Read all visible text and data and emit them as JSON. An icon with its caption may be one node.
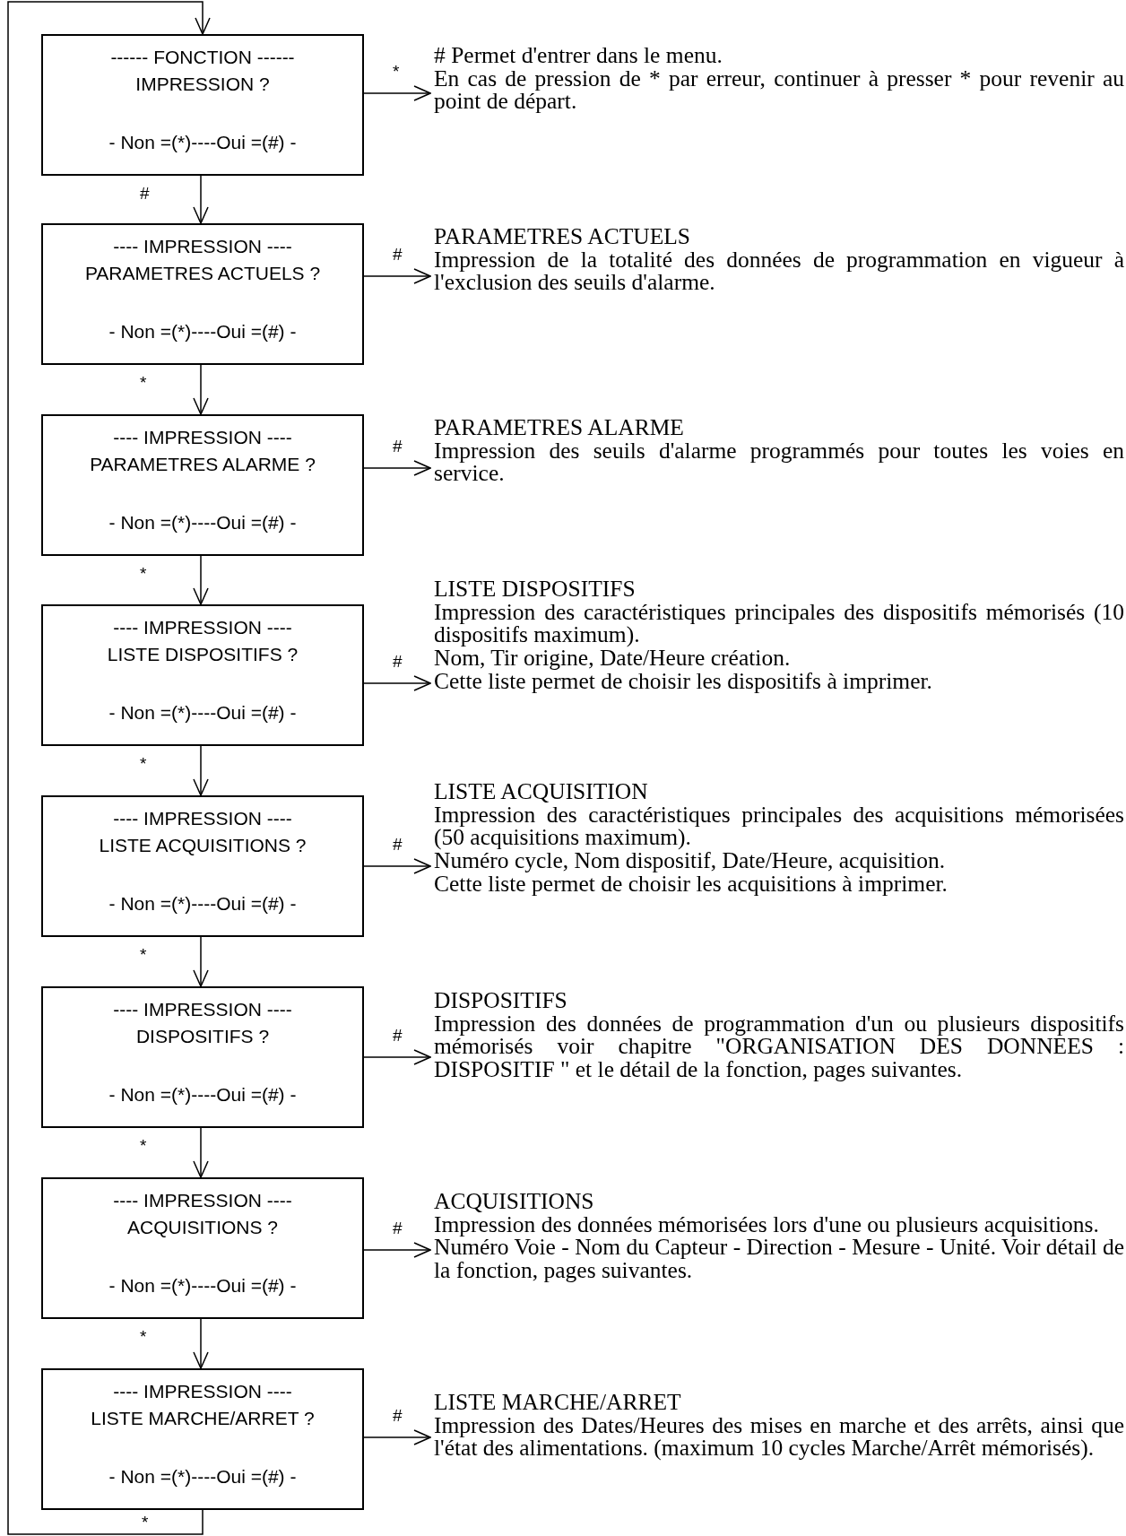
{
  "diagram": {
    "nodes": [
      {
        "text": [
          "------ FONCTION ------",
          "IMPRESSION ?",
          "- Non =(*)----Oui =(#) -"
        ]
      },
      {
        "text": [
          "# Permet d'entrer dans le menu.",
          "En cas de pression de * par erreur, continuer à presser * pour revenir au point de départ."
        ]
      },
      {
        "text": [
          "---- IMPRESSION ----",
          "PARAMETRES ACTUELS ?",
          "- Non =(*)----Oui =(#) -"
        ]
      },
      {
        "text": [
          "PARAMETRES ACTUELS",
          "Impression de la totalité des données de programmation en vigueur à l'exclusion des seuils d'alarme."
        ]
      },
      {
        "text": [
          "---- IMPRESSION ----",
          "PARAMETRES ALARME ?",
          "- Non =(*)----Oui =(#) -"
        ]
      },
      {
        "text": [
          "PARAMETRES ALARME",
          "Impression des seuils d'alarme programmés pour toutes les voies en service."
        ]
      },
      {
        "text": [
          "---- IMPRESSION ----",
          "LISTE DISPOSITIFS ?",
          "- Non =(*)----Oui =(#) -"
        ]
      },
      {
        "text": [
          "LISTE DISPOSITIFS",
          "Impression des caractéristiques principales des dispositifs mémorisés (10 dispositifs maximum).",
          "Nom, Tir origine, Date/Heure création.",
          "Cette liste permet de choisir les dispositifs à imprimer."
        ]
      },
      {
        "text": [
          "---- IMPRESSION ----",
          "LISTE ACQUISITIONS ?",
          "- Non =(*)----Oui =(#) -"
        ]
      },
      {
        "text": [
          "LISTE ACQUISITION",
          "Impression des caractéristiques principales des acquisitions mémorisées (50 acquisitions maximum).",
          "Numéro cycle, Nom dispositif, Date/Heure, acquisition.",
          "Cette liste permet de choisir les acquisitions à imprimer."
        ]
      },
      {
        "text": [
          "---- IMPRESSION ----",
          "DISPOSITIFS ?",
          "- Non =(*)----Oui =(#) -"
        ]
      },
      {
        "text": [
          "DISPOSITIFS",
          "Impression des données de programmation d'un ou plusieurs dispositifs mémorisés voir chapitre \"ORGANISATION DES DONNEES : DISPOSITIF \" et le détail de la fonction, pages suivantes."
        ]
      },
      {
        "text": [
          "---- IMPRESSION ----",
          "ACQUISITIONS ?",
          "- Non =(*)----Oui =(#) -"
        ]
      },
      {
        "text": [
          "ACQUISITIONS",
          "Impression des données mémorisées lors d'une ou plusieurs acquisitions.",
          "Numéro Voie - Nom du Capteur - Direction - Mesure - Unité. Voir détail de la fonction, pages suivantes."
        ]
      },
      {
        "text": [
          "---- IMPRESSION ----",
          "LISTE MARCHE/ARRET ?",
          "- Non =(*)----Oui =(#) -"
        ]
      },
      {
        "text": [
          "LISTE MARCHE/ARRET",
          "Impression des Dates/Heures des mises en marche et des arrêts, ainsi que l'état des alimentations. (maximum 10 cycles Marche/Arrêt mémorisés)."
        ]
      }
    ],
    "edges": [
      {
        "from": 0,
        "to": 1,
        "label": "*",
        "arrow": "to"
      },
      {
        "from": 0,
        "to": 2,
        "label": "#",
        "arrow": "to"
      },
      {
        "from": 2,
        "to": 3,
        "label": "#",
        "arrow": "to"
      },
      {
        "from": 2,
        "to": 4,
        "label": "*",
        "arrow": "to"
      },
      {
        "from": 4,
        "to": 5,
        "label": "#",
        "arrow": "to"
      },
      {
        "from": 4,
        "to": 6,
        "label": "*",
        "arrow": "to"
      },
      {
        "from": 6,
        "to": 7,
        "label": "#",
        "arrow": "to"
      },
      {
        "from": 6,
        "to": 8,
        "label": "*",
        "arrow": "to"
      },
      {
        "from": 8,
        "to": 9,
        "label": "#",
        "arrow": "to"
      },
      {
        "from": 8,
        "to": 10,
        "label": "*",
        "arrow": "to"
      },
      {
        "from": 10,
        "to": 11,
        "label": "#",
        "arrow": "to"
      },
      {
        "from": 10,
        "to": 12,
        "label": "*",
        "arrow": "to"
      },
      {
        "from": 12,
        "to": 13,
        "label": "#",
        "arrow": "to"
      },
      {
        "from": 12,
        "to": 14,
        "label": "*",
        "arrow": "to"
      },
      {
        "from": 14,
        "to": 15,
        "label": "#",
        "arrow": "to"
      },
      {
        "from": 14,
        "to": 0,
        "label": "*",
        "arrow": "to"
      }
    ]
  }
}
